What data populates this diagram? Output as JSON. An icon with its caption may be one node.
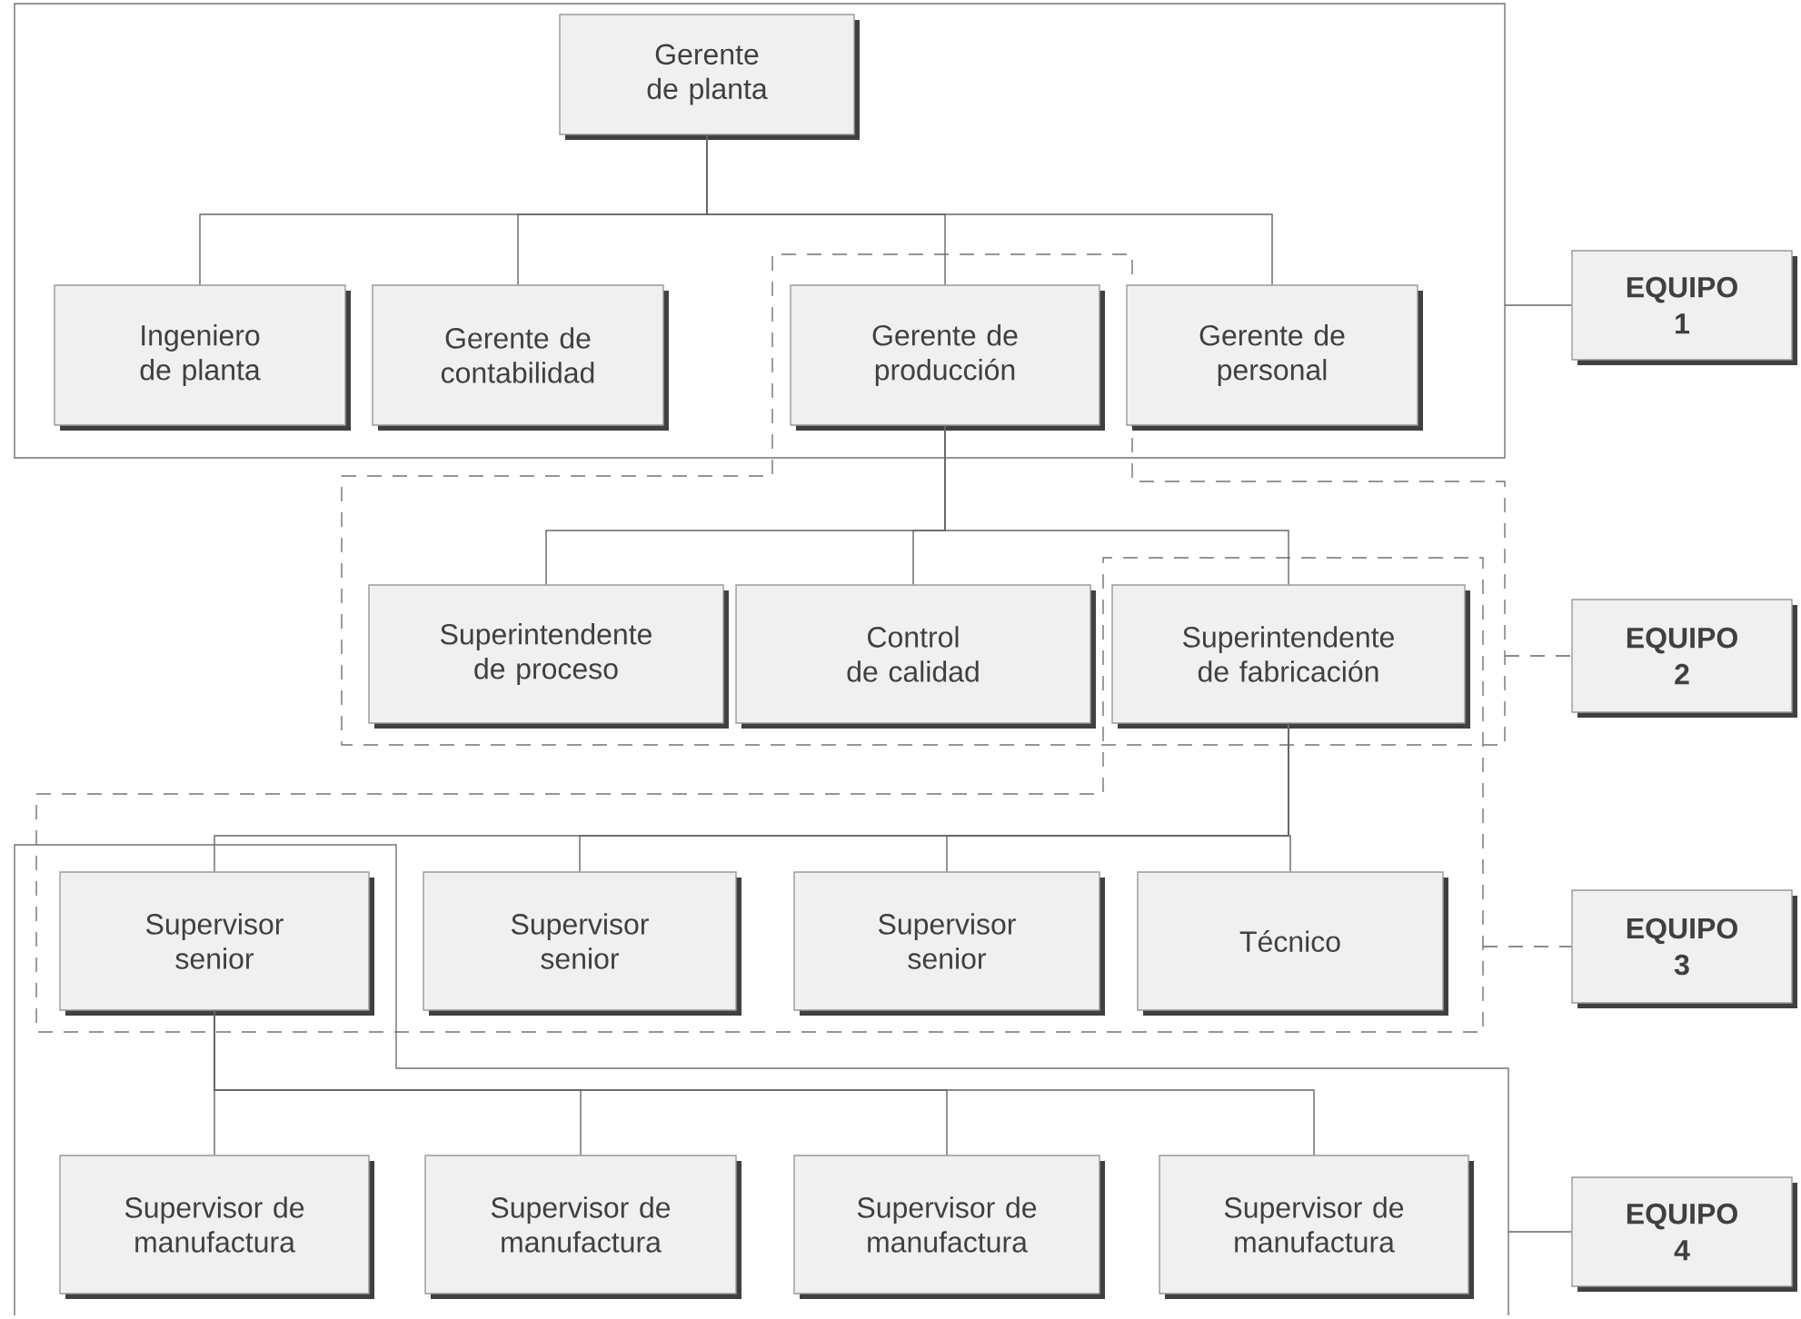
{
  "diagram": {
    "nodes": [
      {
        "text": [
          "Gerente de planta"
        ]
      },
      {
        "text": [
          "Ingeniero de planta"
        ]
      },
      {
        "text": [
          "Gerente de contabilidad"
        ]
      },
      {
        "text": [
          "Gerente de producción"
        ]
      },
      {
        "text": [
          "Gerente de personal"
        ]
      },
      {
        "text": [
          "Superintendente de proceso"
        ]
      },
      {
        "text": [
          "Control de calidad"
        ]
      },
      {
        "text": [
          "Superintendente de fabricación"
        ]
      },
      {
        "text": [
          "Supervisor senior"
        ]
      },
      {
        "text": [
          "Supervisor senior"
        ]
      },
      {
        "text": [
          "Supervisor senior"
        ]
      },
      {
        "text": [
          "Técnico"
        ]
      },
      {
        "text": [
          "Supervisor de manufactura"
        ]
      },
      {
        "text": [
          "Supervisor de manufactura"
        ]
      },
      {
        "text": [
          "Supervisor de manufactura"
        ]
      },
      {
        "text": [
          "Supervisor de manufactura"
        ]
      },
      {
        "text": [
          "EQUIPO 1"
        ]
      },
      {
        "text": [
          "EQUIPO 2"
        ]
      },
      {
        "text": [
          "EQUIPO 3"
        ]
      },
      {
        "text": [
          "EQUIPO 4"
        ]
      }
    ],
    "edges": [
      {
        "from": 0,
        "to": 1,
        "arrow": "none"
      },
      {
        "from": 0,
        "to": 2,
        "arrow": "none"
      },
      {
        "from": 0,
        "to": 3,
        "arrow": "none"
      },
      {
        "from": 0,
        "to": 4,
        "arrow": "none"
      },
      {
        "from": 3,
        "to": 5,
        "arrow": "none"
      },
      {
        "from": 3,
        "to": 6,
        "arrow": "none"
      },
      {
        "from": 3,
        "to": 7,
        "arrow": "none"
      },
      {
        "from": 7,
        "to": 8,
        "arrow": "none"
      },
      {
        "from": 7,
        "to": 9,
        "arrow": "none"
      },
      {
        "from": 7,
        "to": 10,
        "arrow": "none"
      },
      {
        "from": 7,
        "to": 11,
        "arrow": "none"
      },
      {
        "from": 8,
        "to": 12,
        "arrow": "none"
      },
      {
        "from": 8,
        "to": 13,
        "arrow": "none"
      },
      {
        "from": 8,
        "to": 14,
        "arrow": "none"
      },
      {
        "from": 8,
        "to": 15,
        "arrow": "none"
      },
      {
        "from": null,
        "to": 16,
        "arrow": "none"
      },
      {
        "from": null,
        "to": 17,
        "arrow": "none",
        "style": "dashed"
      },
      {
        "from": null,
        "to": 18,
        "arrow": "none",
        "style": "dashed"
      },
      {
        "from": null,
        "to": 19,
        "arrow": "none"
      }
    ]
  }
}
